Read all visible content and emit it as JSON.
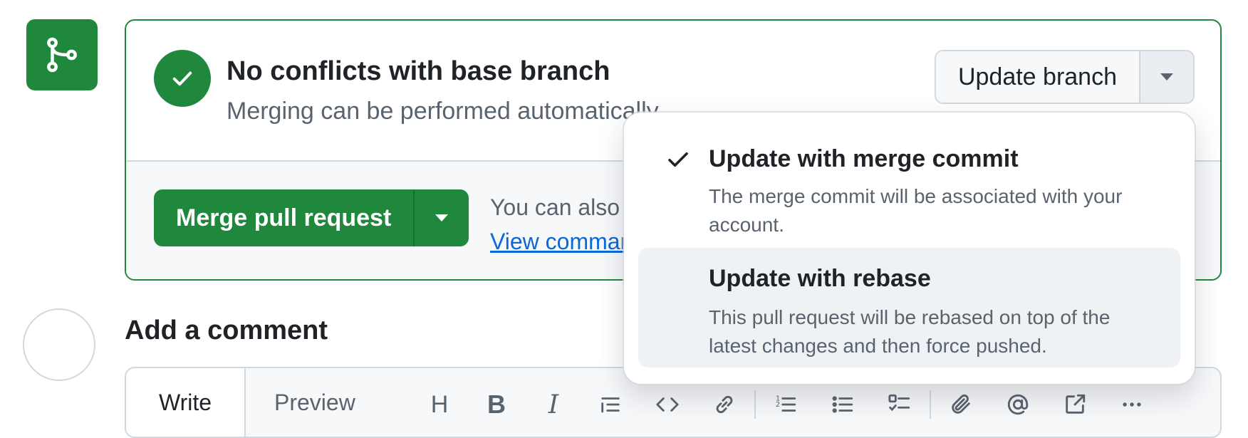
{
  "icons": {
    "merge": "git-merge-icon",
    "check": "check-icon",
    "caret": "triangle-down-icon"
  },
  "colors": {
    "success": "#1f883d",
    "link": "#0969da",
    "muted": "#59636e",
    "border": "#d1d9e0"
  },
  "merge_status": {
    "title": "No conflicts with base branch",
    "subtitle": "Merging can be performed automatically."
  },
  "update_branch": {
    "label": "Update branch"
  },
  "merge": {
    "button_label": "Merge pull request",
    "also_text": "You can also merge this with the command line.",
    "command_link": "View command line instructions."
  },
  "update_menu": {
    "items": [
      {
        "title": "Update with merge commit",
        "description": "The merge commit will be associated with your account.",
        "selected": true
      },
      {
        "title": "Update with rebase",
        "description": "This pull request will be rebased on top of the latest changes and then force pushed.",
        "selected": false
      }
    ]
  },
  "comment": {
    "heading": "Add a comment",
    "tabs": [
      "Write",
      "Preview"
    ],
    "toolbar": {
      "heading": "H",
      "bold": "B",
      "italic": "I"
    }
  }
}
